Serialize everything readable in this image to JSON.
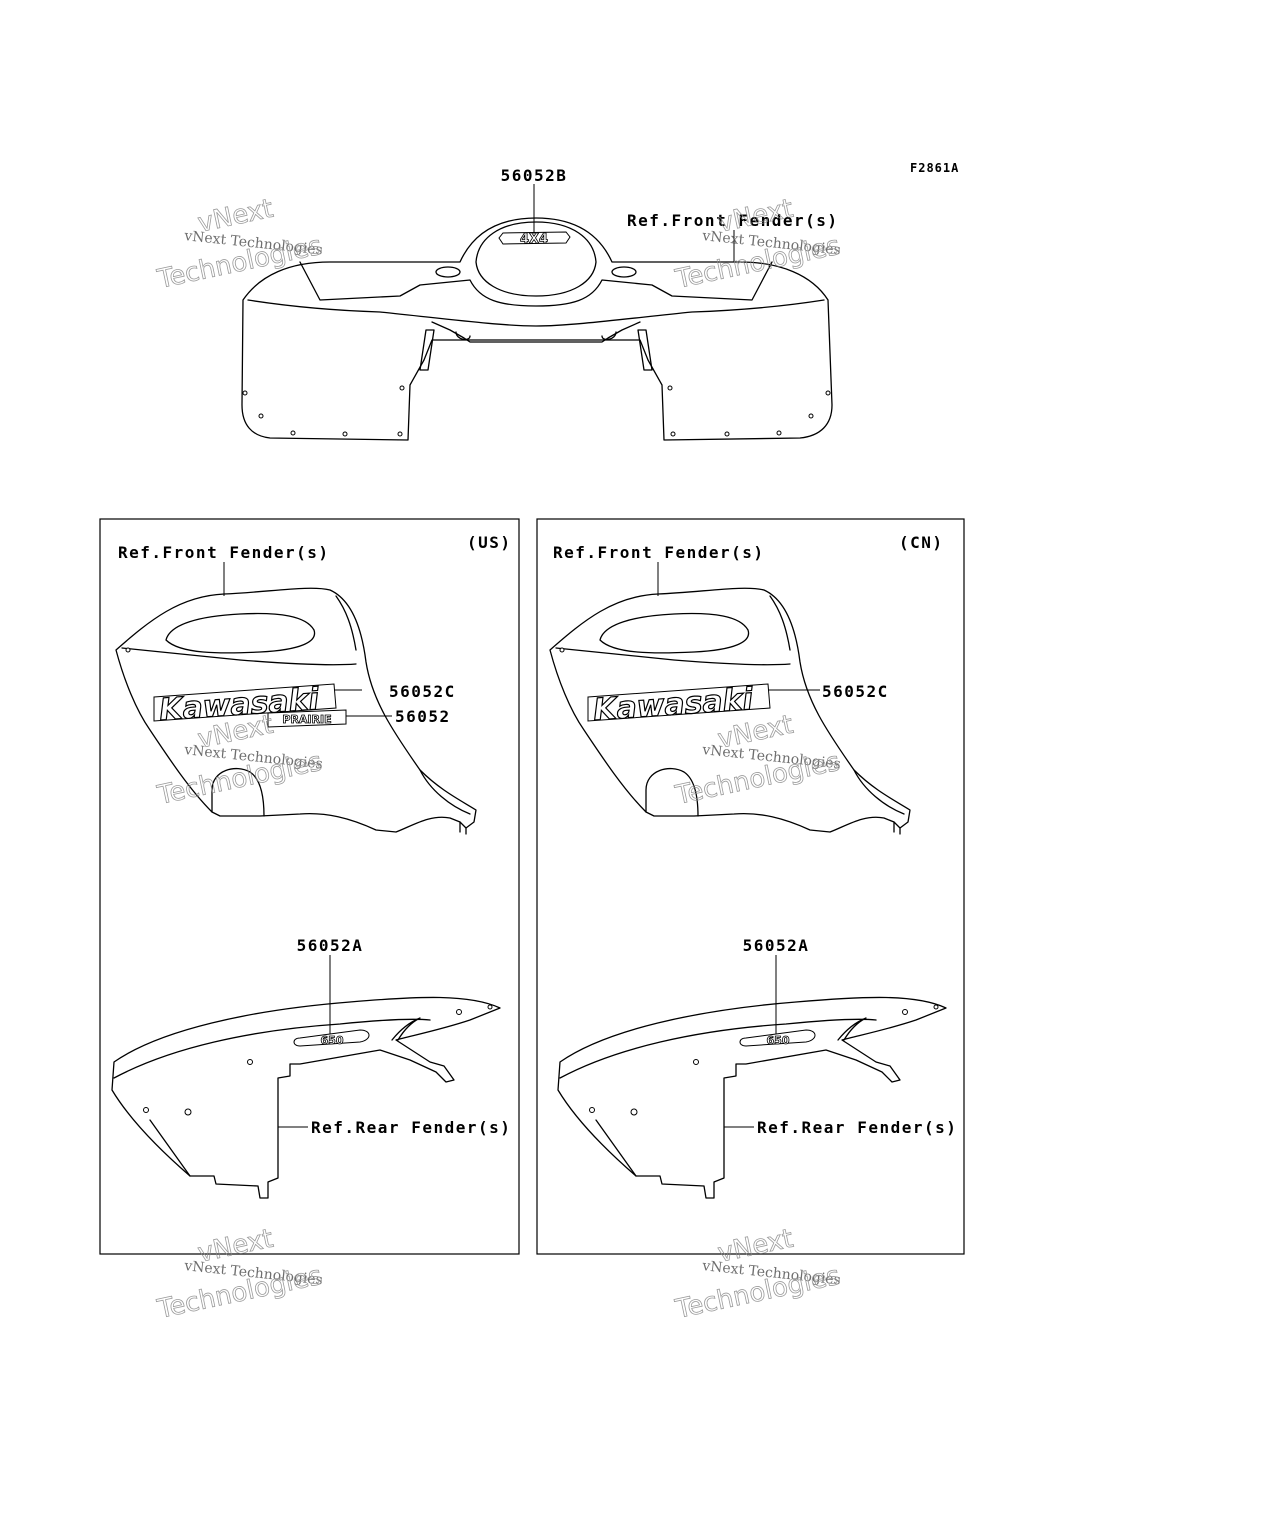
{
  "figure_code": "F2861A",
  "top_view": {
    "part": "56052B",
    "decal_text": "4X4",
    "ref_label": "Ref.Front Fender(s)"
  },
  "panels": [
    {
      "region": "(US)",
      "ref_front": "Ref.Front Fender(s)",
      "ref_rear": "Ref.Rear Fender(s)",
      "parts": [
        "56052C",
        "56052",
        "56052A"
      ],
      "decal_brand": "Kawasaki",
      "decal_model": "PRAIRIE",
      "decal_rear": "650"
    },
    {
      "region": "(CN)",
      "ref_front": "Ref.Front Fender(s)",
      "ref_rear": "Ref.Rear Fender(s)",
      "parts": [
        "56052C",
        "56052A"
      ],
      "decal_brand": "Kawasaki",
      "decal_rear": "650"
    }
  ],
  "watermark": {
    "line1": "vNext",
    "line2": "vNext Technologies",
    "line3": "Technologies"
  }
}
